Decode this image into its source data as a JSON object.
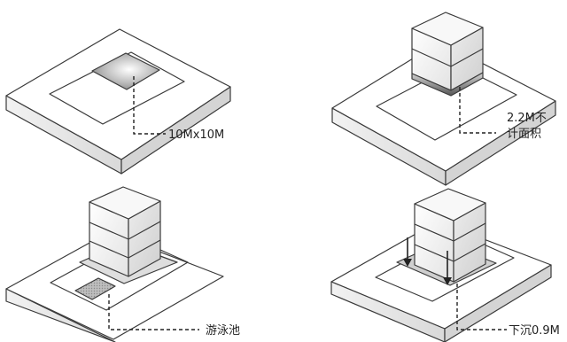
{
  "panels": [
    {
      "id": "tl",
      "label": "10Mx10M"
    },
    {
      "id": "tr",
      "label_line1": "2.2M不",
      "label_line2": "计面积"
    },
    {
      "id": "bl",
      "label": "游泳池"
    },
    {
      "id": "br",
      "label": "下沉0.9M"
    }
  ]
}
